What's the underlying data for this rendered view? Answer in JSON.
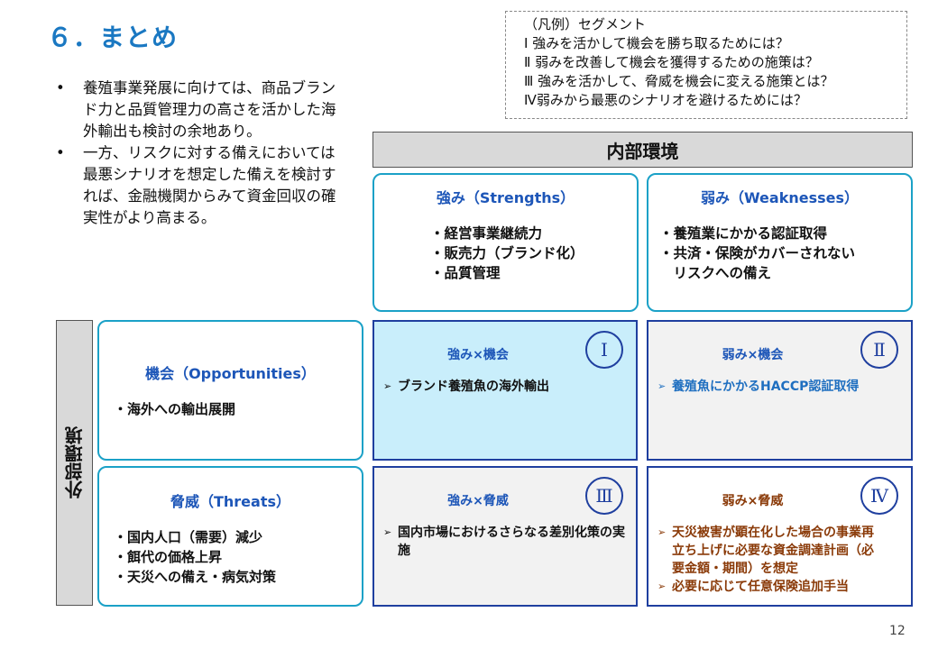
{
  "title": "６．まとめ",
  "bullets": [
    {
      "dot": "•",
      "text": "養殖事業発展に向けては、商品ブランド力と品質管理力の高さを活かした海外輸出も検討の余地あり。"
    },
    {
      "dot": "•",
      "text": "一方、リスクに対する備えにおいては最悪シナリオを想定した備えを検討すれば、金融機関からみて資金回収の確実性がより高まる。"
    }
  ],
  "legend": [
    "（凡例）セグメント",
    "Ⅰ 強みを活かして機会を勝ち取るためには？",
    "Ⅱ 弱みを改善して機会を獲得するための施策は？",
    "Ⅲ 強みを活かして、脅威を機会に変える施策とは？",
    "Ⅳ弱みから最悪のシナリオを避けるためには？"
  ],
  "internal_header": "内部環境",
  "external_header": "外部環境",
  "strengths": {
    "title": "強み（Strengths）",
    "items": [
      "・経営事業継続力",
      "・販売力（ブランド化）",
      "・品質管理"
    ]
  },
  "weaknesses": {
    "title": "弱み（Weaknesses）",
    "items": [
      "・養殖業にかかる認証取得",
      "・共済・保険がカバーされない",
      "　リスクへの備え"
    ]
  },
  "opportunities": {
    "title": "機会（Opportunities）",
    "items": [
      "・海外への輸出展開"
    ]
  },
  "threats": {
    "title": "脅威（Threats）",
    "items": [
      "・国内人口（需要）減少",
      "・餌代の価格上昇",
      "・天災への備え・病気対策"
    ]
  },
  "quadrants": [
    {
      "numeral": "Ⅰ",
      "title": "強み×機会",
      "items": [
        "ブランド養殖魚の海外輸出"
      ],
      "color": "#111111",
      "title_color": "#1d56b8",
      "bg": "#c9eefb"
    },
    {
      "numeral": "Ⅱ",
      "title": "弱み×機会",
      "items": [
        "養殖魚にかかるHACCP認証取得"
      ],
      "color": "#1f6fc0",
      "title_color": "#1d56b8",
      "bg": "#f2f2f2"
    },
    {
      "numeral": "Ⅲ",
      "title": "強み×脅威",
      "items": [
        "国内市場におけるさらなる差別化策の実施"
      ],
      "color": "#111111",
      "title_color": "#1d56b8",
      "bg": "#f2f2f2"
    },
    {
      "numeral": "Ⅳ",
      "title": "弱み×脅威",
      "items": [
        "天災被害が顕在化した場合の事業再立ち上げに必要な資金調達計画（必要金額・期間）を想定",
        "必要に応じて任意保険追加手当"
      ],
      "color": "#8a3a08",
      "title_color": "#8a3a08",
      "bg": "#ffffff"
    }
  ],
  "arrow": "➢",
  "page_number": "12"
}
